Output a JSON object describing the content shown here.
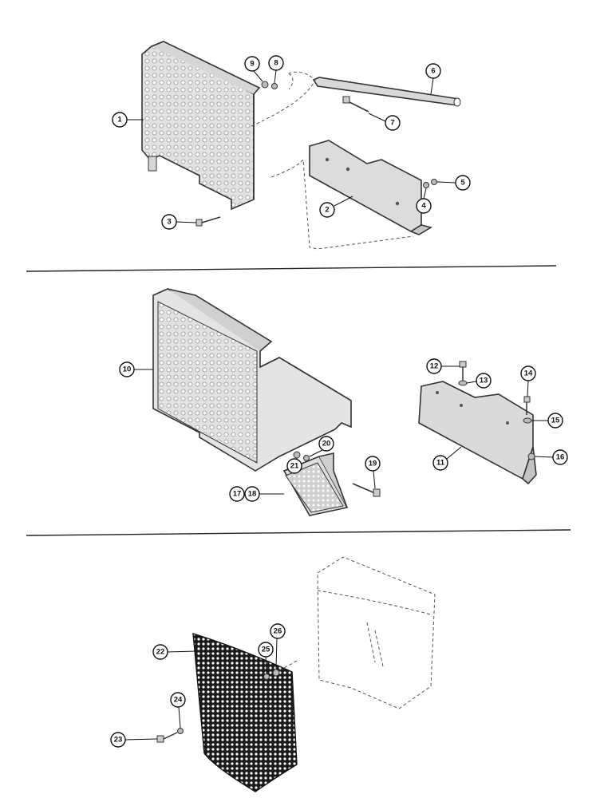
{
  "callouts": [
    "1",
    "2",
    "3",
    "4",
    "5",
    "6",
    "7",
    "8",
    "9",
    "10",
    "11",
    "12",
    "13",
    "14",
    "15",
    "16",
    "17",
    "18",
    "19",
    "20",
    "21",
    "22",
    "23",
    "24",
    "25",
    "26"
  ],
  "colors": {
    "ink": "#111111",
    "part_fill": "#e6e6e6",
    "hole": "#ffffff",
    "mesh": "#1a1a1a"
  }
}
